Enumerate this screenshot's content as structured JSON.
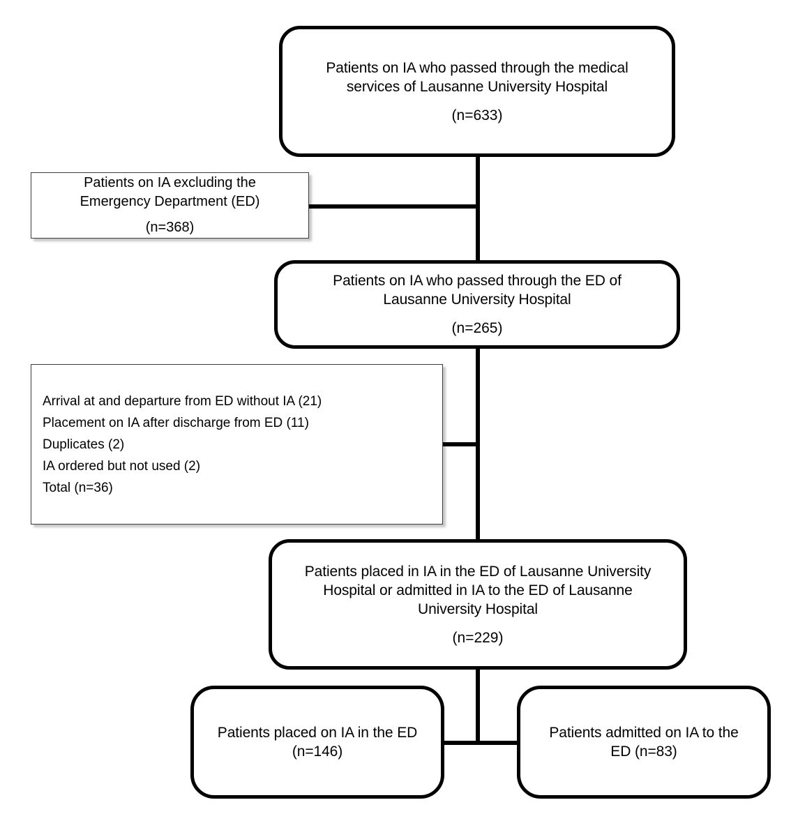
{
  "figure": {
    "type": "flowchart",
    "title": "Patient selection flow diagram",
    "orientation": "top-to-bottom",
    "colors": {
      "node_border": "#000000",
      "node_fill": "#ffffff",
      "exclusion_border": "#3c3c3c",
      "connector": "#000000",
      "text": "#000000"
    }
  },
  "nodes": {
    "total": {
      "id": "total-cohort",
      "lines": [
        "Patients on IA who passed through the medical",
        "services of Lausanne University Hospital"
      ],
      "count": "(n=633)",
      "n": 633
    },
    "exclusion_non_ed": {
      "id": "excluded-non-ed",
      "lines": [
        "Patients on IA excluding the",
        "Emergency Department (ED)"
      ],
      "count": "(n=368)",
      "n": 368
    },
    "ed": {
      "id": "ed-cohort",
      "lines": [
        "Patients on IA who passed through the ED of",
        "Lausanne University Hospital"
      ],
      "count": "(n=265)",
      "n": 265
    },
    "exclusion_reasons": {
      "id": "excluded-reasons",
      "lines": [
        "Arrival at and departure from ED without IA (21)",
        "Placement on IA after discharge from ED (11)",
        "Duplicates (2)",
        "IA ordered but not used (2)",
        "Total (n=36)"
      ],
      "items": [
        {
          "label": "Arrival at and departure from ED without IA",
          "n": 21
        },
        {
          "label": "Placement on IA after discharge from ED",
          "n": 11
        },
        {
          "label": "Duplicates",
          "n": 2
        },
        {
          "label": "IA ordered but not used",
          "n": 2
        }
      ],
      "total_n": 36
    },
    "eligible": {
      "id": "eligible-cohort",
      "lines": [
        "Patients placed in IA in the ED of Lausanne University",
        "Hospital or admitted in IA to the ED of Lausanne",
        "University Hospital"
      ],
      "count": "(n=229)",
      "n": 229
    },
    "placed_ed": {
      "id": "placed-on-ia-in-ed",
      "lines": [
        "Patients placed on IA in the ED",
        "(n=146)"
      ],
      "n": 146
    },
    "admitted_ed": {
      "id": "admitted-on-ia-to-ed",
      "lines": [
        "Patients admitted on IA to the",
        "ED (n=83)"
      ],
      "n": 83
    }
  }
}
